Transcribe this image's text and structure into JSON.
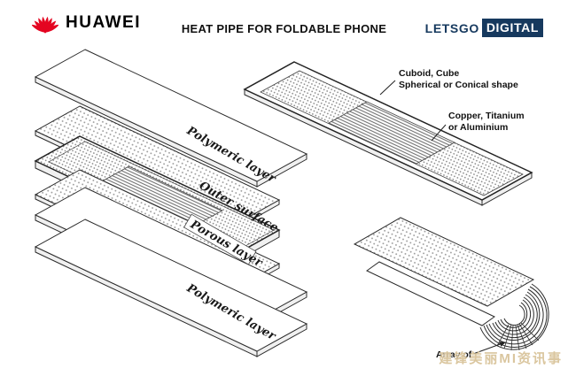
{
  "header": {
    "brand": "HUAWEI",
    "title": "HEAT PIPE FOR FOLDABLE PHONE",
    "site_logo": {
      "first": "LETSGO",
      "second": "DIGITAL"
    }
  },
  "layers": {
    "items": [
      {
        "label": "Polymeric layer"
      },
      {
        "label": "Outer surface"
      },
      {
        "label": "Porous layer"
      },
      {
        "label": "Polymeric layer"
      }
    ]
  },
  "annotations": {
    "shape": {
      "line1": "Cuboid, Cube",
      "line2": "Spherical or Conical shape"
    },
    "material": {
      "line1": "Copper, Titanium",
      "line2": "or Aluminium"
    },
    "array": {
      "label": "Array of"
    }
  },
  "icons": {
    "huawei_flower": "huawei-flower-icon"
  },
  "colors": {
    "brand_red": "#e40521",
    "logo_navy": "#16395e",
    "line_dark": "#2b2b2b",
    "watermark_tan": "#d9c49a"
  },
  "watermark": "建锋美丽MI资讯事"
}
